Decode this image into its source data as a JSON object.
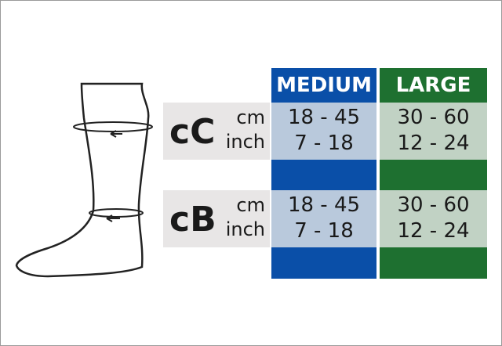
{
  "columns": [
    {
      "label": "MEDIUM",
      "color": "#0a4fa8"
    },
    {
      "label": "LARGE",
      "color": "#1e7030"
    }
  ],
  "rows": [
    {
      "label": "cC",
      "units": [
        "cm",
        "inch"
      ],
      "medium": [
        "18 - 45",
        "7 - 18"
      ],
      "large": [
        "30 - 60",
        "12 - 24"
      ]
    },
    {
      "label": "cB",
      "units": [
        "cm",
        "inch"
      ],
      "medium": [
        "18 - 45",
        "7 - 18"
      ],
      "large": [
        "30 - 60",
        "12 - 24"
      ]
    }
  ]
}
